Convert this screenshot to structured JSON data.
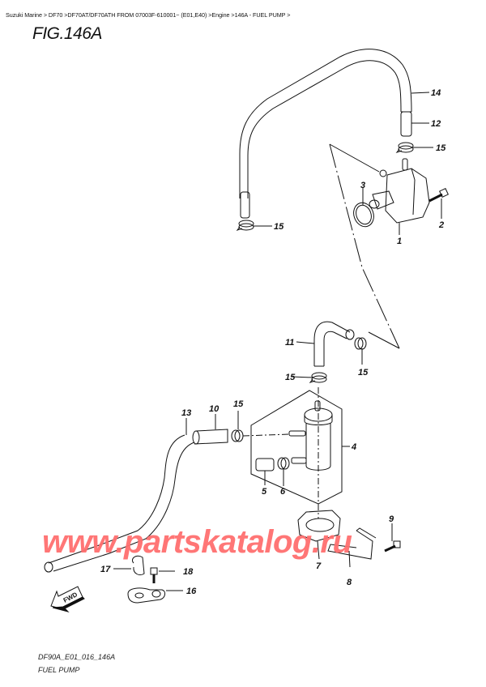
{
  "breadcrumb": {
    "text": "Suzuki Marine > DF70 >DF70AT/DF70ATH FROM 07003F-610001~ (E01,E40) >Engine >146A - FUEL PUMP >",
    "items": [
      "Suzuki Marine",
      "DF70",
      "DF70AT/DF70ATH FROM 07003F-610001~ (E01,E40)",
      "Engine",
      "146A - FUEL PUMP"
    ]
  },
  "figure": {
    "title": "FIG.146A",
    "code": "DF90A_E01_016_146A",
    "name": "FUEL PUMP"
  },
  "watermark": "www.partskatalog.ru",
  "fwd_label": "FWD",
  "callouts": {
    "c1": "1",
    "c2": "2",
    "c3": "3",
    "c4": "4",
    "c5": "5",
    "c6": "6",
    "c7": "7",
    "c8": "8",
    "c9": "9",
    "c10": "10",
    "c11": "11",
    "c12": "12",
    "c13": "13",
    "c14": "14",
    "c15a": "15",
    "c15b": "15",
    "c15c": "15",
    "c15d": "15",
    "c15e": "15",
    "c16": "16",
    "c17": "17",
    "c18": "18"
  },
  "colors": {
    "line": "#111111",
    "watermark": "#ff6f6f",
    "background": "#ffffff"
  }
}
